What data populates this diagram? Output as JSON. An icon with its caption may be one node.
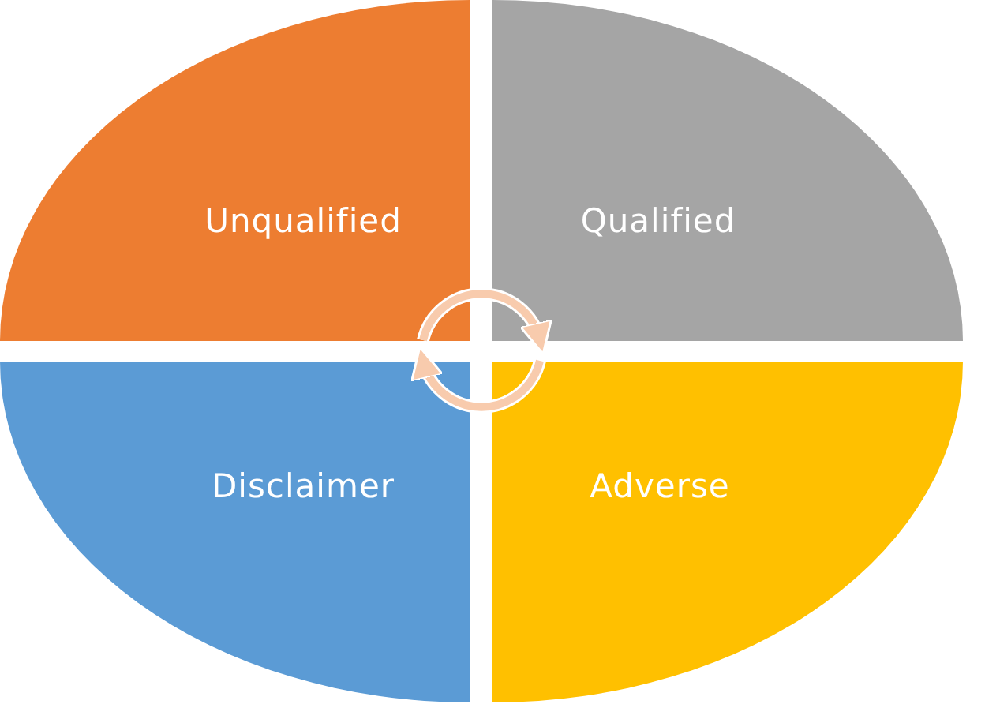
{
  "diagram": {
    "nodes": [
      {
        "text": [
          "Unqualified"
        ]
      },
      {
        "text": [
          "Qualified"
        ]
      },
      {
        "text": [
          "Disclaimer"
        ]
      },
      {
        "text": [
          "Adverse"
        ]
      }
    ],
    "edges": [
      {
        "from": 0,
        "to": 1,
        "arrow": "to"
      },
      {
        "from": 3,
        "to": 2,
        "arrow": "to"
      }
    ]
  }
}
